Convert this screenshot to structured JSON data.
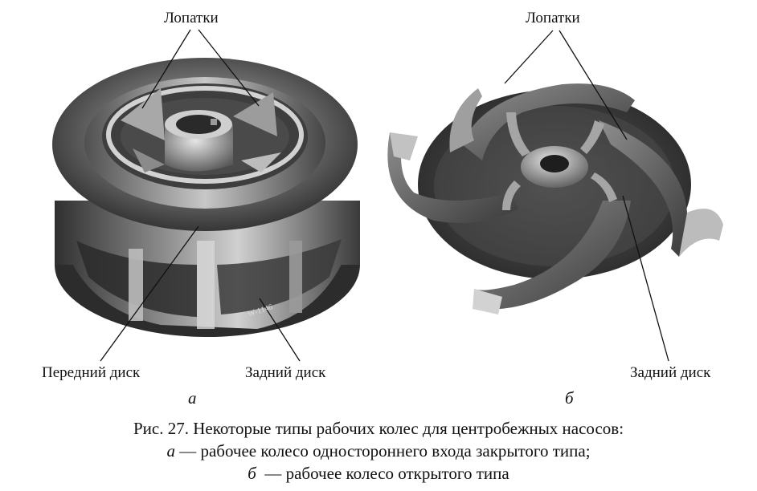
{
  "figure": {
    "left_panel": {
      "label_blades": "Лопатки",
      "label_front_disk": "Передний диск",
      "label_back_disk": "Задний диск",
      "sublabel": "а",
      "stamp": "W-1146"
    },
    "right_panel": {
      "label_blades": "Лопатки",
      "label_back_disk": "Задний диск",
      "sublabel": "б"
    },
    "caption": {
      "line1": "Рис. 27. Некоторые типы рабочих колес для центробежных насосов:",
      "line2_letter": "а",
      "line2_text": " — рабочее колесо одностороннего входа закрытого типа;",
      "line3_letter": "б",
      "line3_text": "  — рабочее колесо открытого типа"
    }
  }
}
